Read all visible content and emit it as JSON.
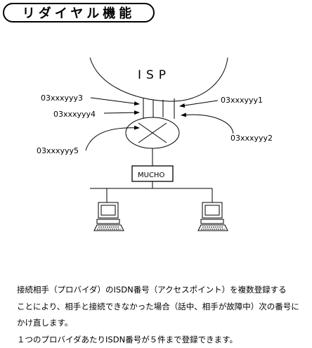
{
  "title": "リダイヤル機能",
  "diagram": {
    "isp_label": "ISP",
    "numbers": [
      "03xxxyyy1",
      "03xxxyyy2",
      "03xxxyyy3",
      "03xxxyyy4",
      "03xxxyyy5"
    ],
    "router_label": "MUCHO"
  },
  "description": [
    "接続相手（プロバイダ）のISDN番号（アクセスポイント）を複数登録する",
    "ことにより、相手と接続できなかった場合（話中、相手が故障中）次の番号に",
    "かけ直します。",
    "１つのプロバイダあたりISDN番号が５件まで登録できます。"
  ]
}
